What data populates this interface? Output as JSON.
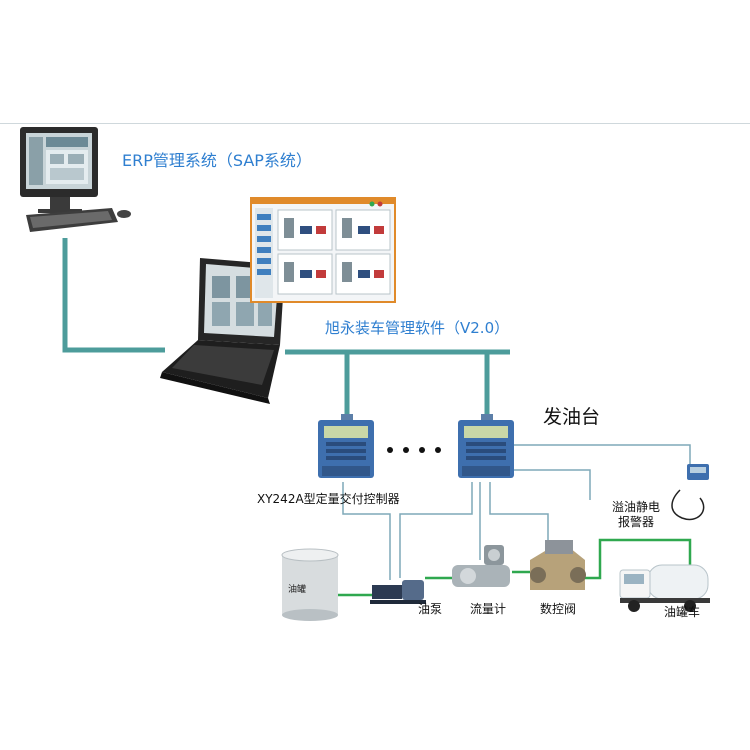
{
  "labels": {
    "erp": "ERP管理系统（SAP系统）",
    "software": "旭永装车管理软件（V2.0）",
    "loading_platform": "发油台",
    "controller": "XY242A型定量交付控制器",
    "alarm": "溢油静电\n报警器",
    "pump": "油泵",
    "flow_meter": "流量计",
    "valve": "数控阀",
    "tanker": "油罐车",
    "tank": "油罐",
    "ellipsis": "• • • •"
  },
  "colors": {
    "network_line": "#4d9c9b",
    "pipe_green": "#2fa84f",
    "signal_line": "#7fa9b8",
    "label_blue": "#2f7fd0"
  }
}
